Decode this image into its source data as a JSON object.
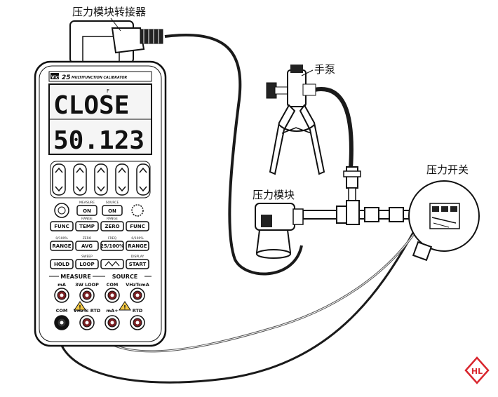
{
  "labels": {
    "adapter": "压力模块转接器",
    "hand_pump": "手泵",
    "pressure_module": "压力模块",
    "pressure_switch": "压力开关"
  },
  "device": {
    "brand": "Victor",
    "model": "25",
    "subtitle": "MULTIFUNCTION CALIBRATOR",
    "lcd_top": "CLOSE",
    "lcd_bottom": "50.123",
    "measure_label": "MEASURE",
    "source_label": "SOURCE",
    "buttons": [
      {
        "label": "ON",
        "above": "MEASURE"
      },
      {
        "label": "ON",
        "above": "SOURCE"
      },
      {
        "label": "FUNC",
        "above": ""
      },
      {
        "label": "TEMP",
        "above": "RANGE"
      },
      {
        "label": "ZERO",
        "above": "RANGE"
      },
      {
        "label": "FUNC",
        "above": ""
      },
      {
        "label": "RANGE",
        "above": "0/100%"
      },
      {
        "label": "AVG",
        "above": "ZERO"
      },
      {
        "label": "25/100%",
        "above": "FREQ"
      },
      {
        "label": "RANGE",
        "above": "0/100%"
      },
      {
        "label": "HOLD",
        "above": ""
      },
      {
        "label": "LOOP",
        "above": "SWEEP"
      },
      {
        "label": "ramp",
        "above": ""
      },
      {
        "label": "START",
        "above": "DISPLAY"
      }
    ],
    "terminals": {
      "measure_ma": "mA",
      "measure_3w": "3W LOOP",
      "source_com": "COM",
      "source_v": "VHzTcmA",
      "com_left": "COM",
      "vhz_left": "VHzTc RTD",
      "ma_source": "mA+",
      "rtd_right": "RTD"
    }
  },
  "logo_text": "HL",
  "colors": {
    "outline": "#111111",
    "cable": "#1a1a1a",
    "logo": "#d9262e"
  }
}
